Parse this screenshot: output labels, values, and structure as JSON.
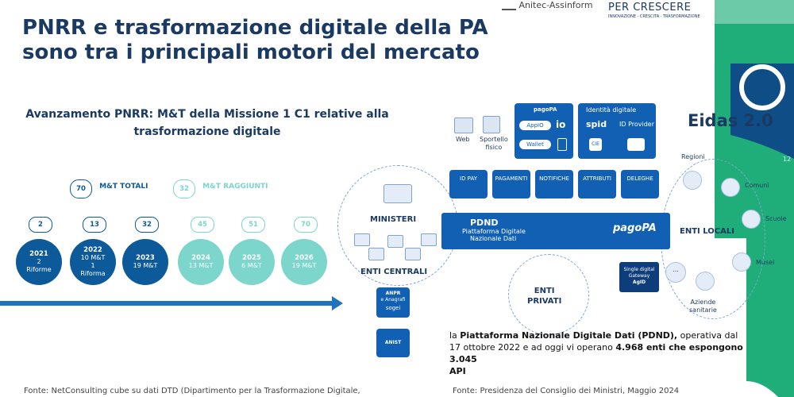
{
  "title_line1": "PNRR e trasformazione digitale della PA",
  "title_line2": "sono tra i principali motori del mercato",
  "logos": {
    "anitec": "Anitec-Assinform",
    "per": "PER CRESCERE",
    "per_sub": "INNOVAZIONE · CRESCITA · TRASFORMAZIONE"
  },
  "left_title_line1": "Avanzamento PNRR: M&T della Missione 1 C1 relative alla",
  "left_title_line2": "trasformazione digitale",
  "total": {
    "count": "70",
    "label": "M&T TOTALI"
  },
  "reached": {
    "count": "32",
    "label": "M&T RAGGIUNTI"
  },
  "years": [
    {
      "num": "2",
      "year": "2021",
      "l1": "2",
      "l2": "Riforme",
      "l3": ""
    },
    {
      "num": "13",
      "year": "2022",
      "l1": "10 M&T",
      "l2": "1",
      "l3": "Riforma"
    },
    {
      "num": "32",
      "year": "2023",
      "l1": "19 M&T",
      "l2": "",
      "l3": ""
    },
    {
      "num": "45",
      "year": "2024",
      "l1": "13 M&T",
      "l2": "",
      "l3": ""
    },
    {
      "num": "51",
      "year": "2025",
      "l1": "6 M&T",
      "l2": "",
      "l3": ""
    },
    {
      "num": "70",
      "year": "2026",
      "l1": "19 M&T",
      "l2": "",
      "l3": ""
    }
  ],
  "colors": {
    "dark": "#0d5a9a",
    "mint": "#7dd6cb",
    "navy": "#1b3a63",
    "green": "#1fae7a"
  },
  "diagram": {
    "web": "Web",
    "sportello_1": "Sportello",
    "sportello_2": "fisico",
    "pagopa_small": "pagoPA",
    "appio": "AppIO",
    "wallet": "Wallet",
    "id_title": "Identità digitale",
    "spid": "spid",
    "id_provider": "ID Provider",
    "cie": "CIE",
    "eidas": "Eidas 2.0",
    "services": [
      "ID PAY",
      "PAGAMENTI",
      "NOTIFICHE",
      "ATTRIBUTI",
      "DELEGHE"
    ],
    "ministeri": "MINISTERI",
    "enti_centrali": "ENTI CENTRALI",
    "pdnd": "PDND",
    "pdnd_sub1": "Piattaforma Digitale",
    "pdnd_sub2": "Nazionale Dati",
    "pagopa": "pagoPA",
    "enti_locali": "ENTI LOCALI",
    "enti_privati_1": "ENTI",
    "enti_privati_2": "PRIVATI",
    "anpr_1": "ANPR",
    "anpr_2": "e Anagrafi",
    "sogei": "sogei",
    "anist": "ANIST",
    "sdg_1": "Single digital",
    "sdg_2": "Gateway",
    "sdg_3": "AgID",
    "dots": "...",
    "regioni": "Regioni",
    "comuni": "Comuni",
    "scuole": "Scuole",
    "musei": "Musei",
    "aziende_1": "Aziende",
    "aziende_2": "sanitarie"
  },
  "pdnd_text": {
    "p1": "la ",
    "b1": "Piattaforma Nazionale Digitale Dati (PDND),",
    "p2": " operativa dal 17 ottobre 2022  e ad oggi vi operano ",
    "b2": "4.968 enti che espongono 3.045",
    "b3": "API"
  },
  "footer_left": "Fonte: NetConsulting cube su dati DTD (Dipartimento per la Trasformazione Digitale,",
  "footer_right": "Fonte: Presidenza del Consiglio dei Ministri, Maggio 2024",
  "page_num": "12"
}
